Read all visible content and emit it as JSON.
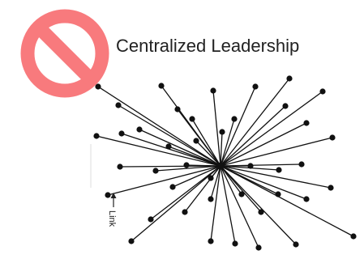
{
  "title": "Centralized Leadership",
  "link_label": "Link",
  "icons": {
    "prohibition": "no-entry-sign"
  },
  "colors": {
    "prohibition": "#f87a7d",
    "ink": "#111111",
    "text": "#222222"
  },
  "network": {
    "hub": "central-node",
    "spoke_count": 40
  }
}
